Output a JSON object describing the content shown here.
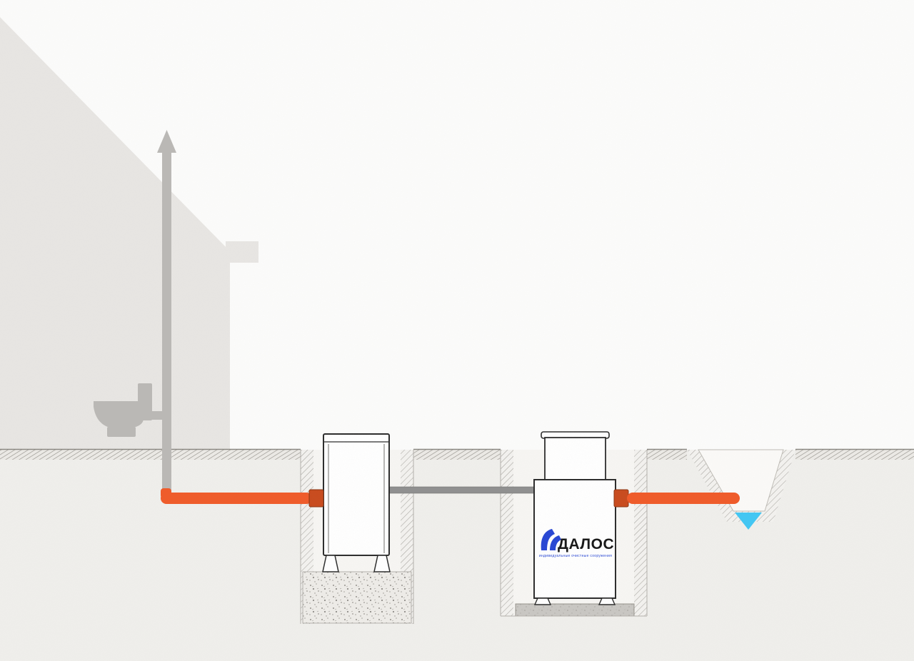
{
  "meta": {
    "type": "technical-illustration",
    "subject": "Installation scheme of an autonomous sewage treatment system: house with vent stack and toilet, inlet pipe, septic tank in excavation pit on gravel base, DALOS treatment unit on concrete base, outlet pipe discharging to drainage ditch"
  },
  "brand": {
    "name": "ДАЛОС",
    "tagline": "индивидуальные очистные сооружения"
  },
  "colors": {
    "pipe_orange": "#f05a28",
    "coupling_orange": "#c94a1c",
    "water_blue": "#41c7f4",
    "logo_blue": "#2746d4",
    "pipe_gray": "#bab8b5",
    "transfer_pipe_gray": "#8f8f8f",
    "house_gray": "#e8e6e3",
    "ground_gray": "#f0efec",
    "outline_dark": "#2b2b2b"
  },
  "icons": {
    "vent_arrow": "up-arrow",
    "toilet": "toilet-silhouette",
    "water": "water-level-triangle"
  },
  "components": [
    {
      "name": "house-silhouette"
    },
    {
      "name": "vent-pipe-with-arrow"
    },
    {
      "name": "toilet"
    },
    {
      "name": "inlet-sewer-pipe"
    },
    {
      "name": "septic-tank-first-chamber"
    },
    {
      "name": "transfer-pipe"
    },
    {
      "name": "dalos-treatment-unit"
    },
    {
      "name": "outlet-pipe"
    },
    {
      "name": "drainage-ditch-with-water"
    },
    {
      "name": "gravel-base"
    },
    {
      "name": "concrete-base"
    }
  ]
}
